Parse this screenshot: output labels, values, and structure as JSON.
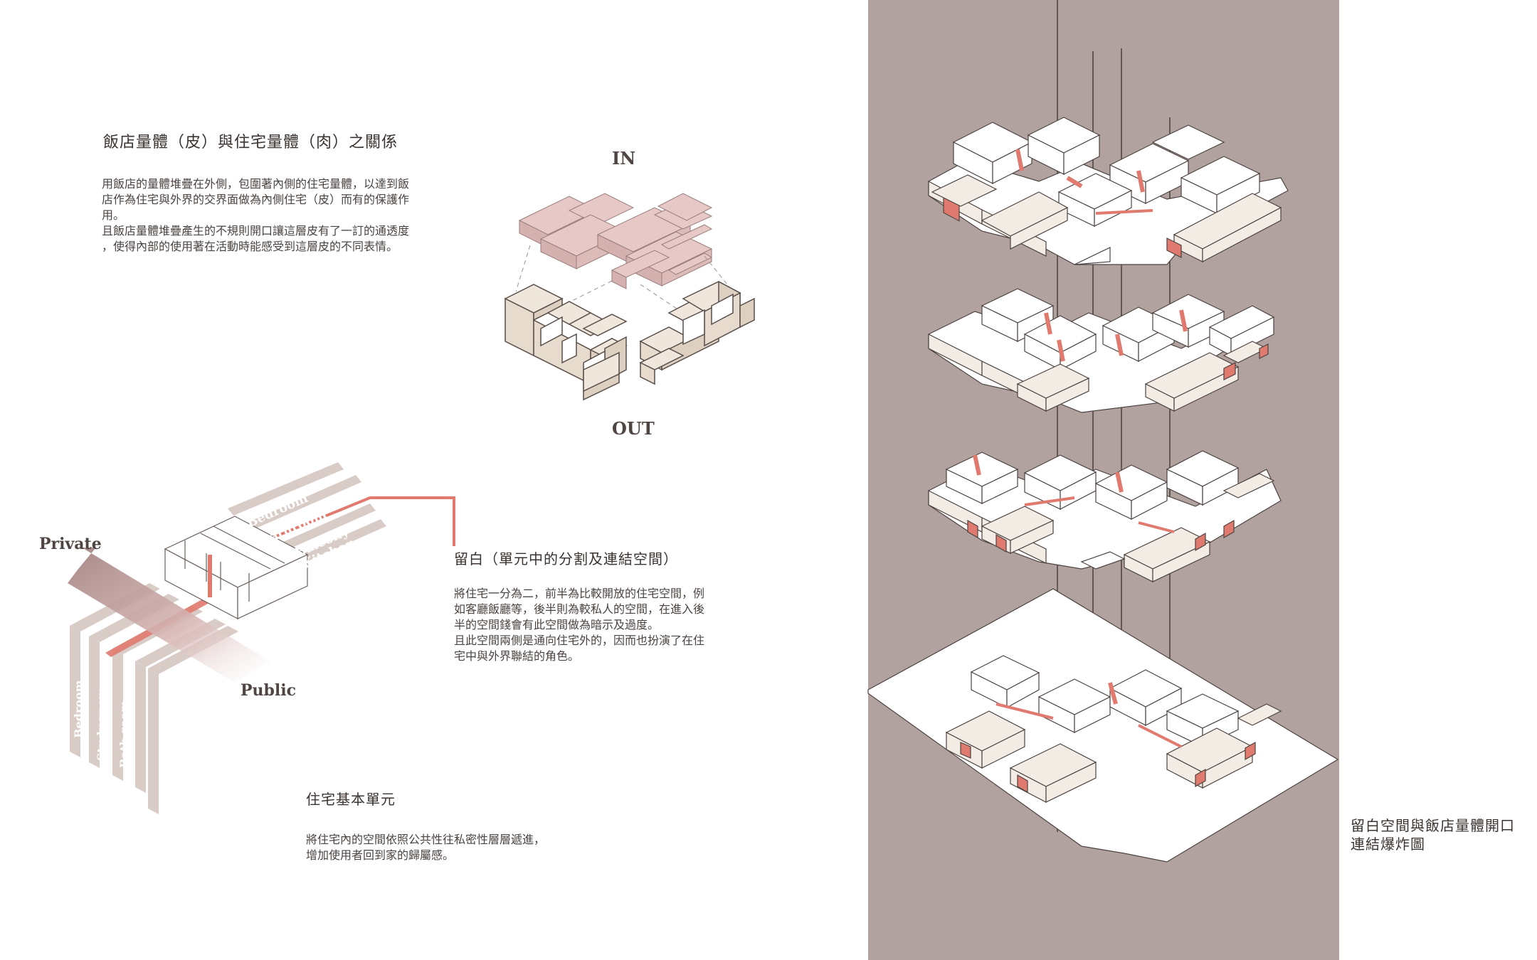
{
  "section1": {
    "title": "飯店量體（皮）與住宅量體（肉）之關係",
    "body": [
      "用飯店的量體堆疊在外側，包圍著內側的住宅量體，以達到飯",
      "店作為住宅與外界的交界面做為內側住宅（皮）而有的保護作",
      "用。",
      "且飯店量體堆疊產生的不規則開口讓這層皮有了一訂的通透度",
      "，使得內部的使用著在活動時能感受到這層皮的不同表情。"
    ]
  },
  "isometric": {
    "in_label": "IN",
    "out_label": "OUT"
  },
  "section2": {
    "title": "留白（單元中的分割及連結空間）",
    "body": [
      "將住宅一分為二，前半為比較開放的住宅空間，例",
      "如客廳飯廳等，後半則為較私人的空間，在進入後",
      "半的空間錢會有此空間做為暗示及過度。",
      "且此空間兩側是通向住宅外的，因而也扮演了在住",
      "宅中與外界聯結的角色。"
    ]
  },
  "unit_diagram": {
    "private_label": "Private",
    "public_label": "Public",
    "upper_bands": [
      "Bedroom",
      "Bathroom",
      "Balcony",
      "Kitchen"
    ],
    "lower_bands": [
      "Bedroom",
      "Study room",
      "Bath room"
    ]
  },
  "section3": {
    "title": "住宅基本單元",
    "body": [
      "將住宅內的空間依照公共性往私密性層層遞進，",
      "增加使用者回到家的歸屬感。"
    ]
  },
  "exploded": {
    "caption": [
      "留白空間與飯店量體開口",
      "連結爆炸圖"
    ]
  },
  "colors": {
    "panel": "#b2a29f",
    "hotel_pink": "#e3c6c3",
    "accent_red": "#e07a6e",
    "cream": "#f3ece4",
    "band": "#d7c8c2"
  }
}
